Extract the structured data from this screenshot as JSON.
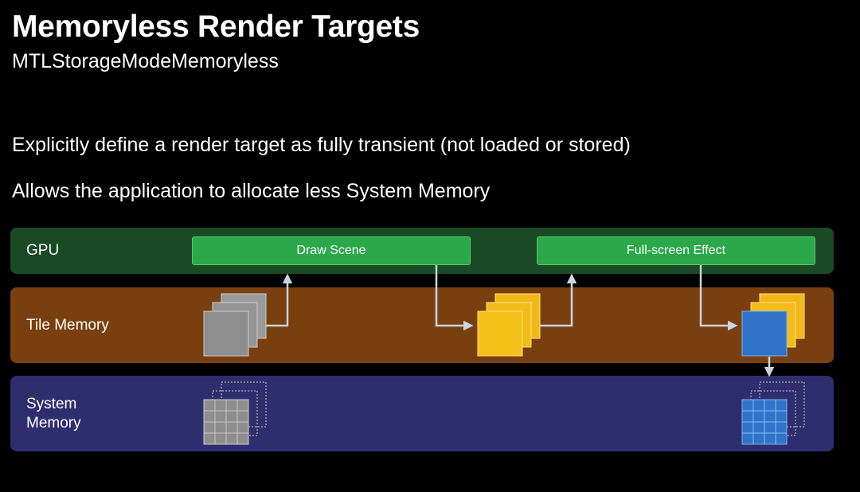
{
  "slide": {
    "title": "Memoryless Render Targets",
    "subtitle": "MTLStorageModeMemoryless",
    "bullets": [
      "Explicitly define a render target as fully transient (not loaded or stored)",
      "Allows the application to allocate less System Memory"
    ]
  },
  "diagram": {
    "lanes": {
      "gpu": "GPU",
      "tile": "Tile Memory",
      "system": "System\nMemory"
    },
    "passes": {
      "draw_scene": "Draw Scene",
      "fullscreen_effect": "Full-screen Effect"
    },
    "colors": {
      "gpu_lane": "#1a4a24",
      "tile_lane": "#7a3f0e",
      "system_lane": "#2e2e6e",
      "pass": "#2aa84a",
      "gray_texture": "#8e8e8e",
      "yellow_texture": "#f5c21b",
      "blue_texture": "#2f74c8",
      "arrow": "#c8d4e0"
    }
  }
}
